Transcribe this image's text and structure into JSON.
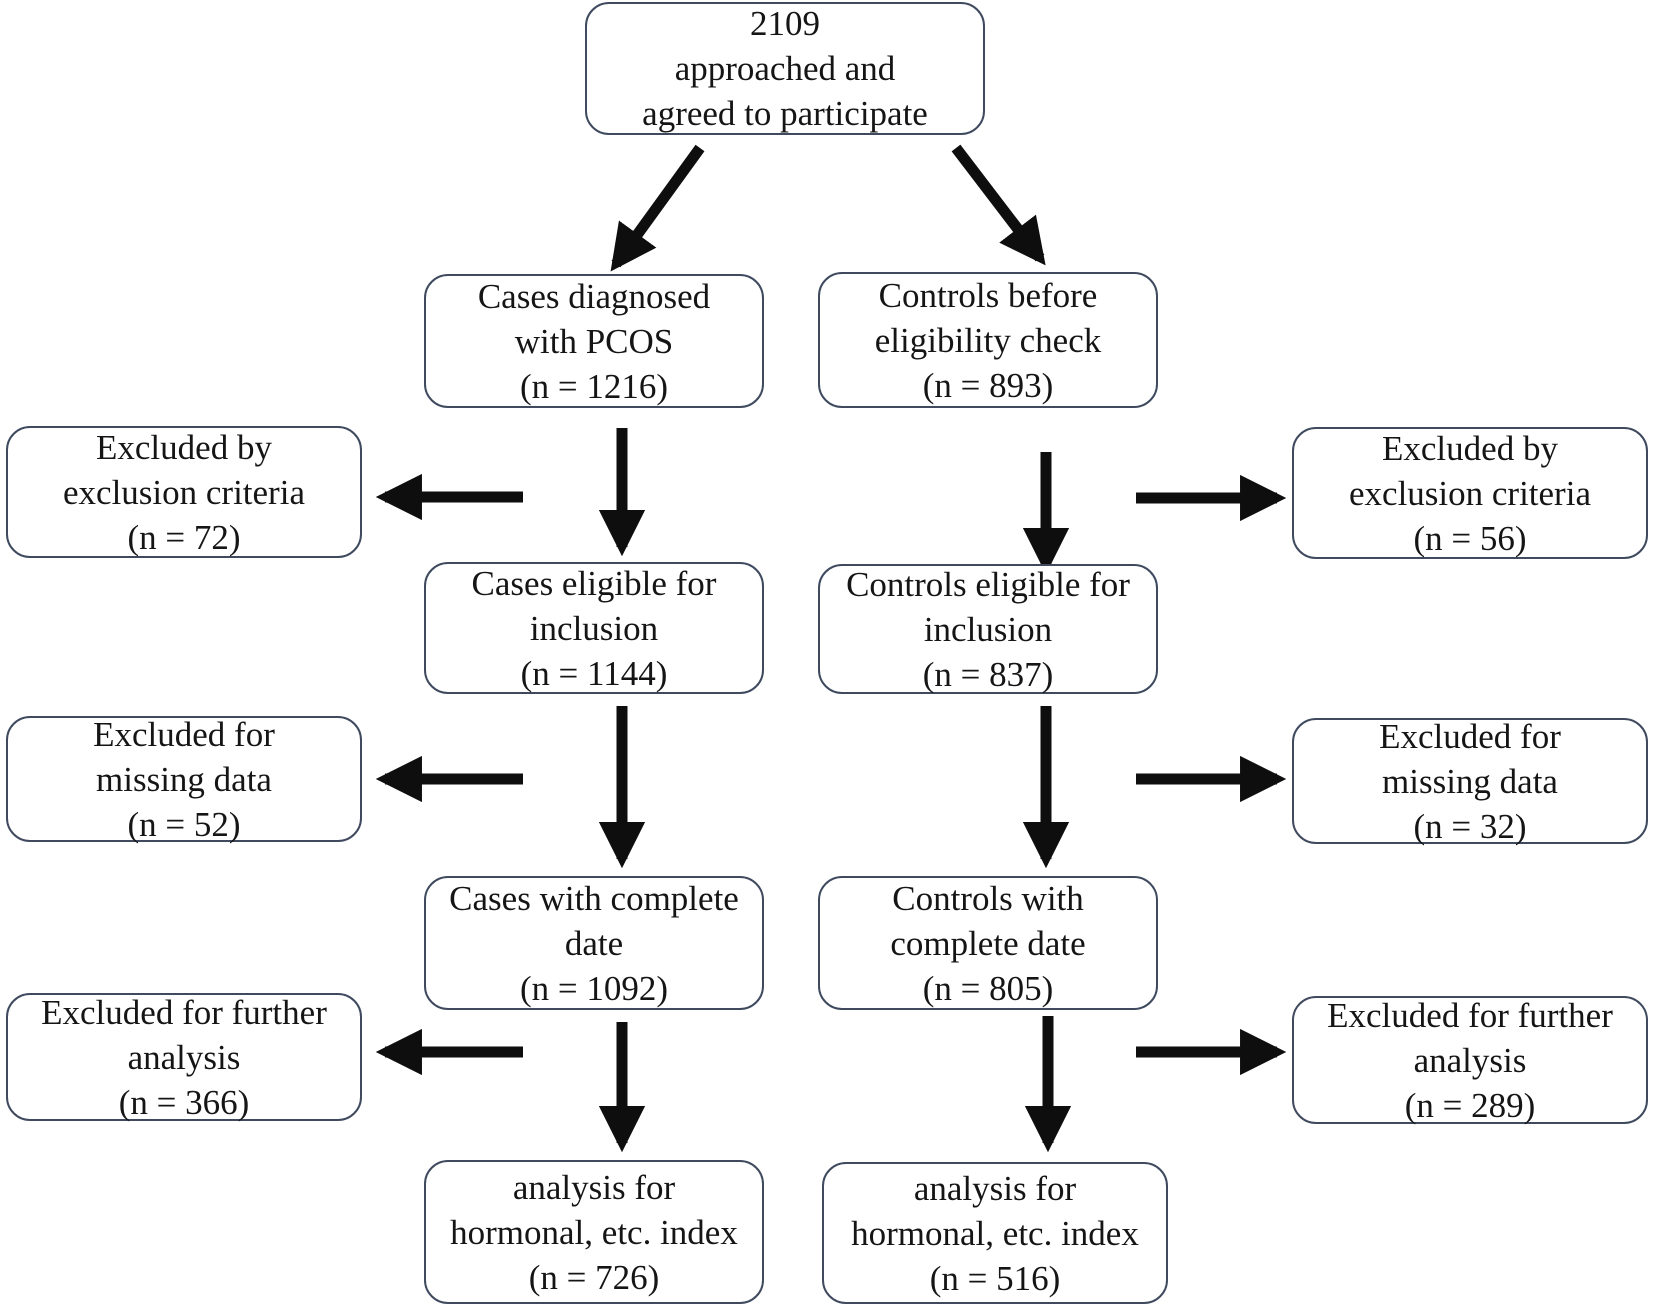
{
  "figure": {
    "type": "participant-flow-diagram",
    "total_approached": "2109"
  },
  "colors": {
    "box_border": "#3f4a5f",
    "arrow": "#0e0e0e",
    "text": "#151515",
    "background": "#ffffff"
  },
  "boxes": {
    "approached": {
      "text": "2109\napproached and\nagreed to participate"
    },
    "cases_diagnosed": {
      "text": "Cases diagnosed\nwith PCOS\n(n = 1216)"
    },
    "controls_before": {
      "text": "Controls before\neligibility check\n(n = 893)"
    },
    "cases_excluded_criteria": {
      "text": "Excluded by\nexclusion criteria\n(n = 72)"
    },
    "controls_excluded_criteria": {
      "text": "Excluded by\nexclusion criteria\n(n = 56)"
    },
    "cases_eligible": {
      "text": "Cases eligible for\ninclusion\n(n = 1144)"
    },
    "controls_eligible": {
      "text": "Controls eligible for\ninclusion\n(n = 837)"
    },
    "cases_excluded_missing": {
      "text": "Excluded for\nmissing data\n(n = 52)"
    },
    "controls_excluded_missing": {
      "text": "Excluded for\nmissing data\n(n = 32)"
    },
    "cases_complete": {
      "text": "Cases with complete\ndate\n(n = 1092)"
    },
    "controls_complete": {
      "text": "Controls with\ncomplete date\n(n = 805)"
    },
    "cases_excluded_further": {
      "text": "Excluded for further\nanalysis\n(n = 366)"
    },
    "controls_excluded_further": {
      "text": "Excluded for further\nanalysis\n(n = 289)"
    },
    "cases_analysis": {
      "text": "analysis for\nhormonal, etc. index\n(n = 726)"
    },
    "controls_analysis": {
      "text": "analysis for\nhormonal, etc. index\n(n = 516)"
    }
  }
}
